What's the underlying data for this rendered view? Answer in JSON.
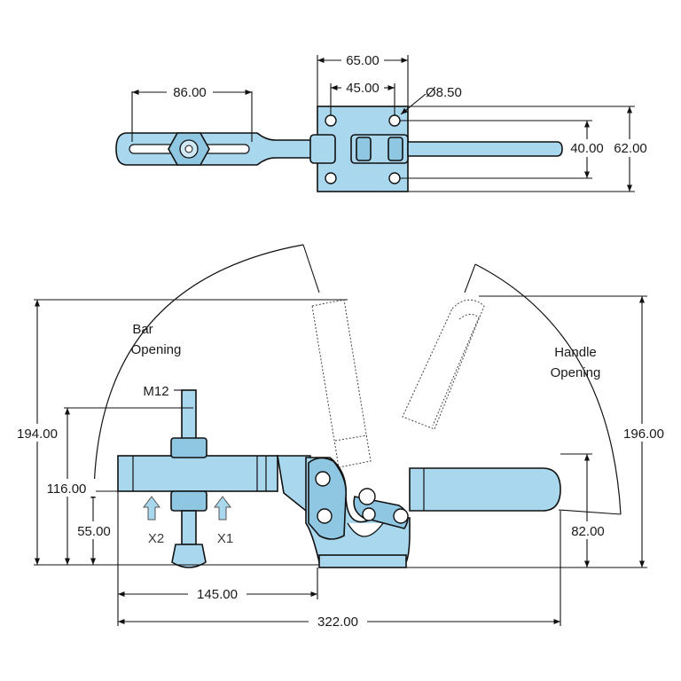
{
  "colors": {
    "part_fill": "#a9d8ee",
    "line": "#111111"
  },
  "top_view": {
    "dims": {
      "bar_length": "86.00",
      "base_width_outer": "65.00",
      "hole_spacing_x": "45.00",
      "hole_diameter": "Ø8.50",
      "hole_spacing_y": "40.00",
      "base_height": "62.00"
    }
  },
  "side_view": {
    "labels": {
      "bar_opening": [
        "Bar",
        "Opening"
      ],
      "handle_opening": [
        "Handle",
        "Opening"
      ],
      "thread": "M12",
      "x2": "X2",
      "x1": "X1"
    },
    "dims": {
      "height_left": "194.00",
      "height_spindle": "116.00",
      "height_bar": "55.00",
      "height_right": "196.00",
      "height_handle": "82.00",
      "spindle_to_base": "145.00",
      "overall_length": "322.00"
    }
  }
}
